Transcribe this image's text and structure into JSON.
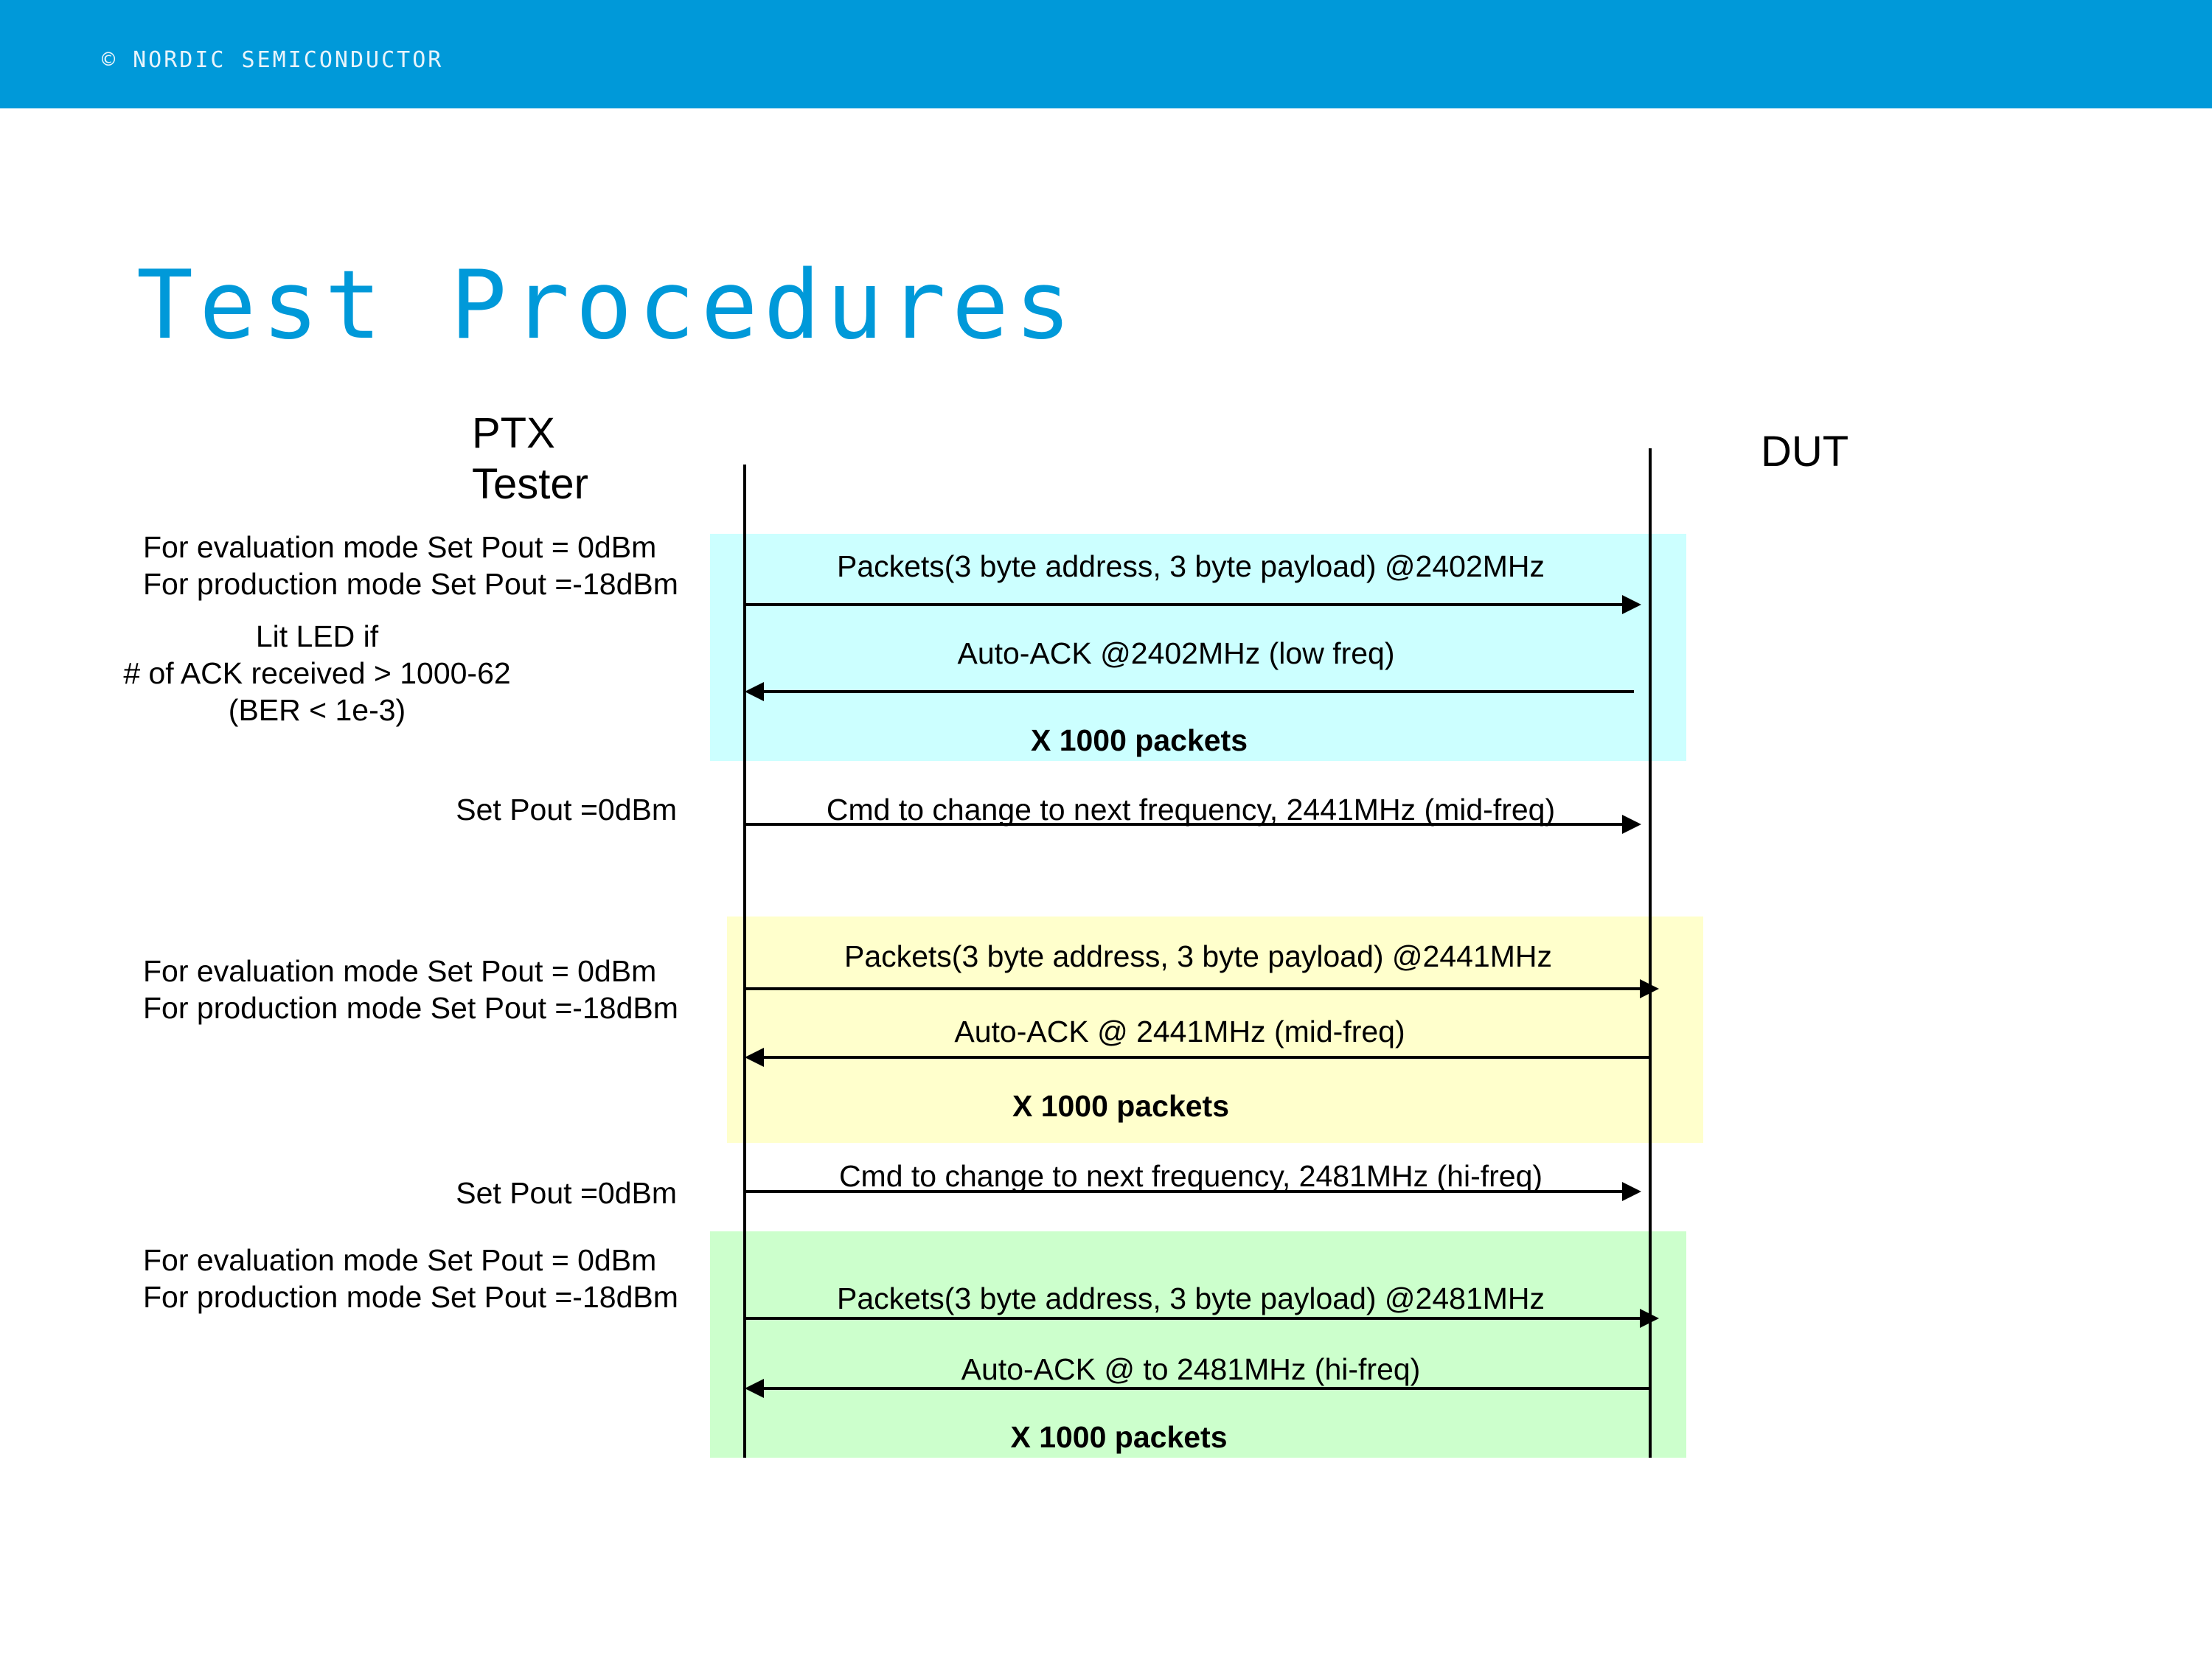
{
  "header": {
    "copyright": "© NORDIC SEMICONDUCTOR",
    "title": "Test Procedures"
  },
  "colors": {
    "brand_blue": "#0099d9",
    "band_low_freq": "#ccffff",
    "band_mid_freq": "#ffffcc",
    "band_hi_freq": "#ccffcc"
  },
  "participants": {
    "left_line1": "PTX",
    "left_line2": "Tester",
    "right": "DUT"
  },
  "phase1": {
    "note_line1": "For evaluation mode Set Pout = 0dBm",
    "note_line2": "For production mode Set Pout =-18dBm",
    "led_line1": "Lit LED if",
    "led_line2": "# of ACK received > 1000-62",
    "led_line3": "(BER < 1e-3)",
    "packets": "Packets(3 byte address, 3 byte payload) @2402MHz",
    "ack": "Auto-ACK @2402MHz (low freq)",
    "repeat": "X 1000 packets"
  },
  "cmd1": {
    "note": "Set Pout =0dBm",
    "message": "Cmd to change to next frequency,  2441MHz (mid-freq)"
  },
  "phase2": {
    "note_line1": "For evaluation mode Set Pout = 0dBm",
    "note_line2": "For production mode Set Pout =-18dBm",
    "packets": "Packets(3 byte address, 3 byte payload) @2441MHz",
    "ack": "Auto-ACK @ 2441MHz (mid-freq)",
    "repeat": "X 1000 packets"
  },
  "cmd2": {
    "note": "Set Pout =0dBm",
    "message": "Cmd to change to next frequency, 2481MHz (hi-freq)"
  },
  "phase3": {
    "note_line1": "For evaluation mode Set Pout = 0dBm",
    "note_line2": "For production mode Set Pout =-18dBm",
    "packets": "Packets(3 byte address, 3 byte payload) @2481MHz",
    "ack": "Auto-ACK @ to 2481MHz (hi-freq)",
    "repeat": "X 1000 packets"
  }
}
